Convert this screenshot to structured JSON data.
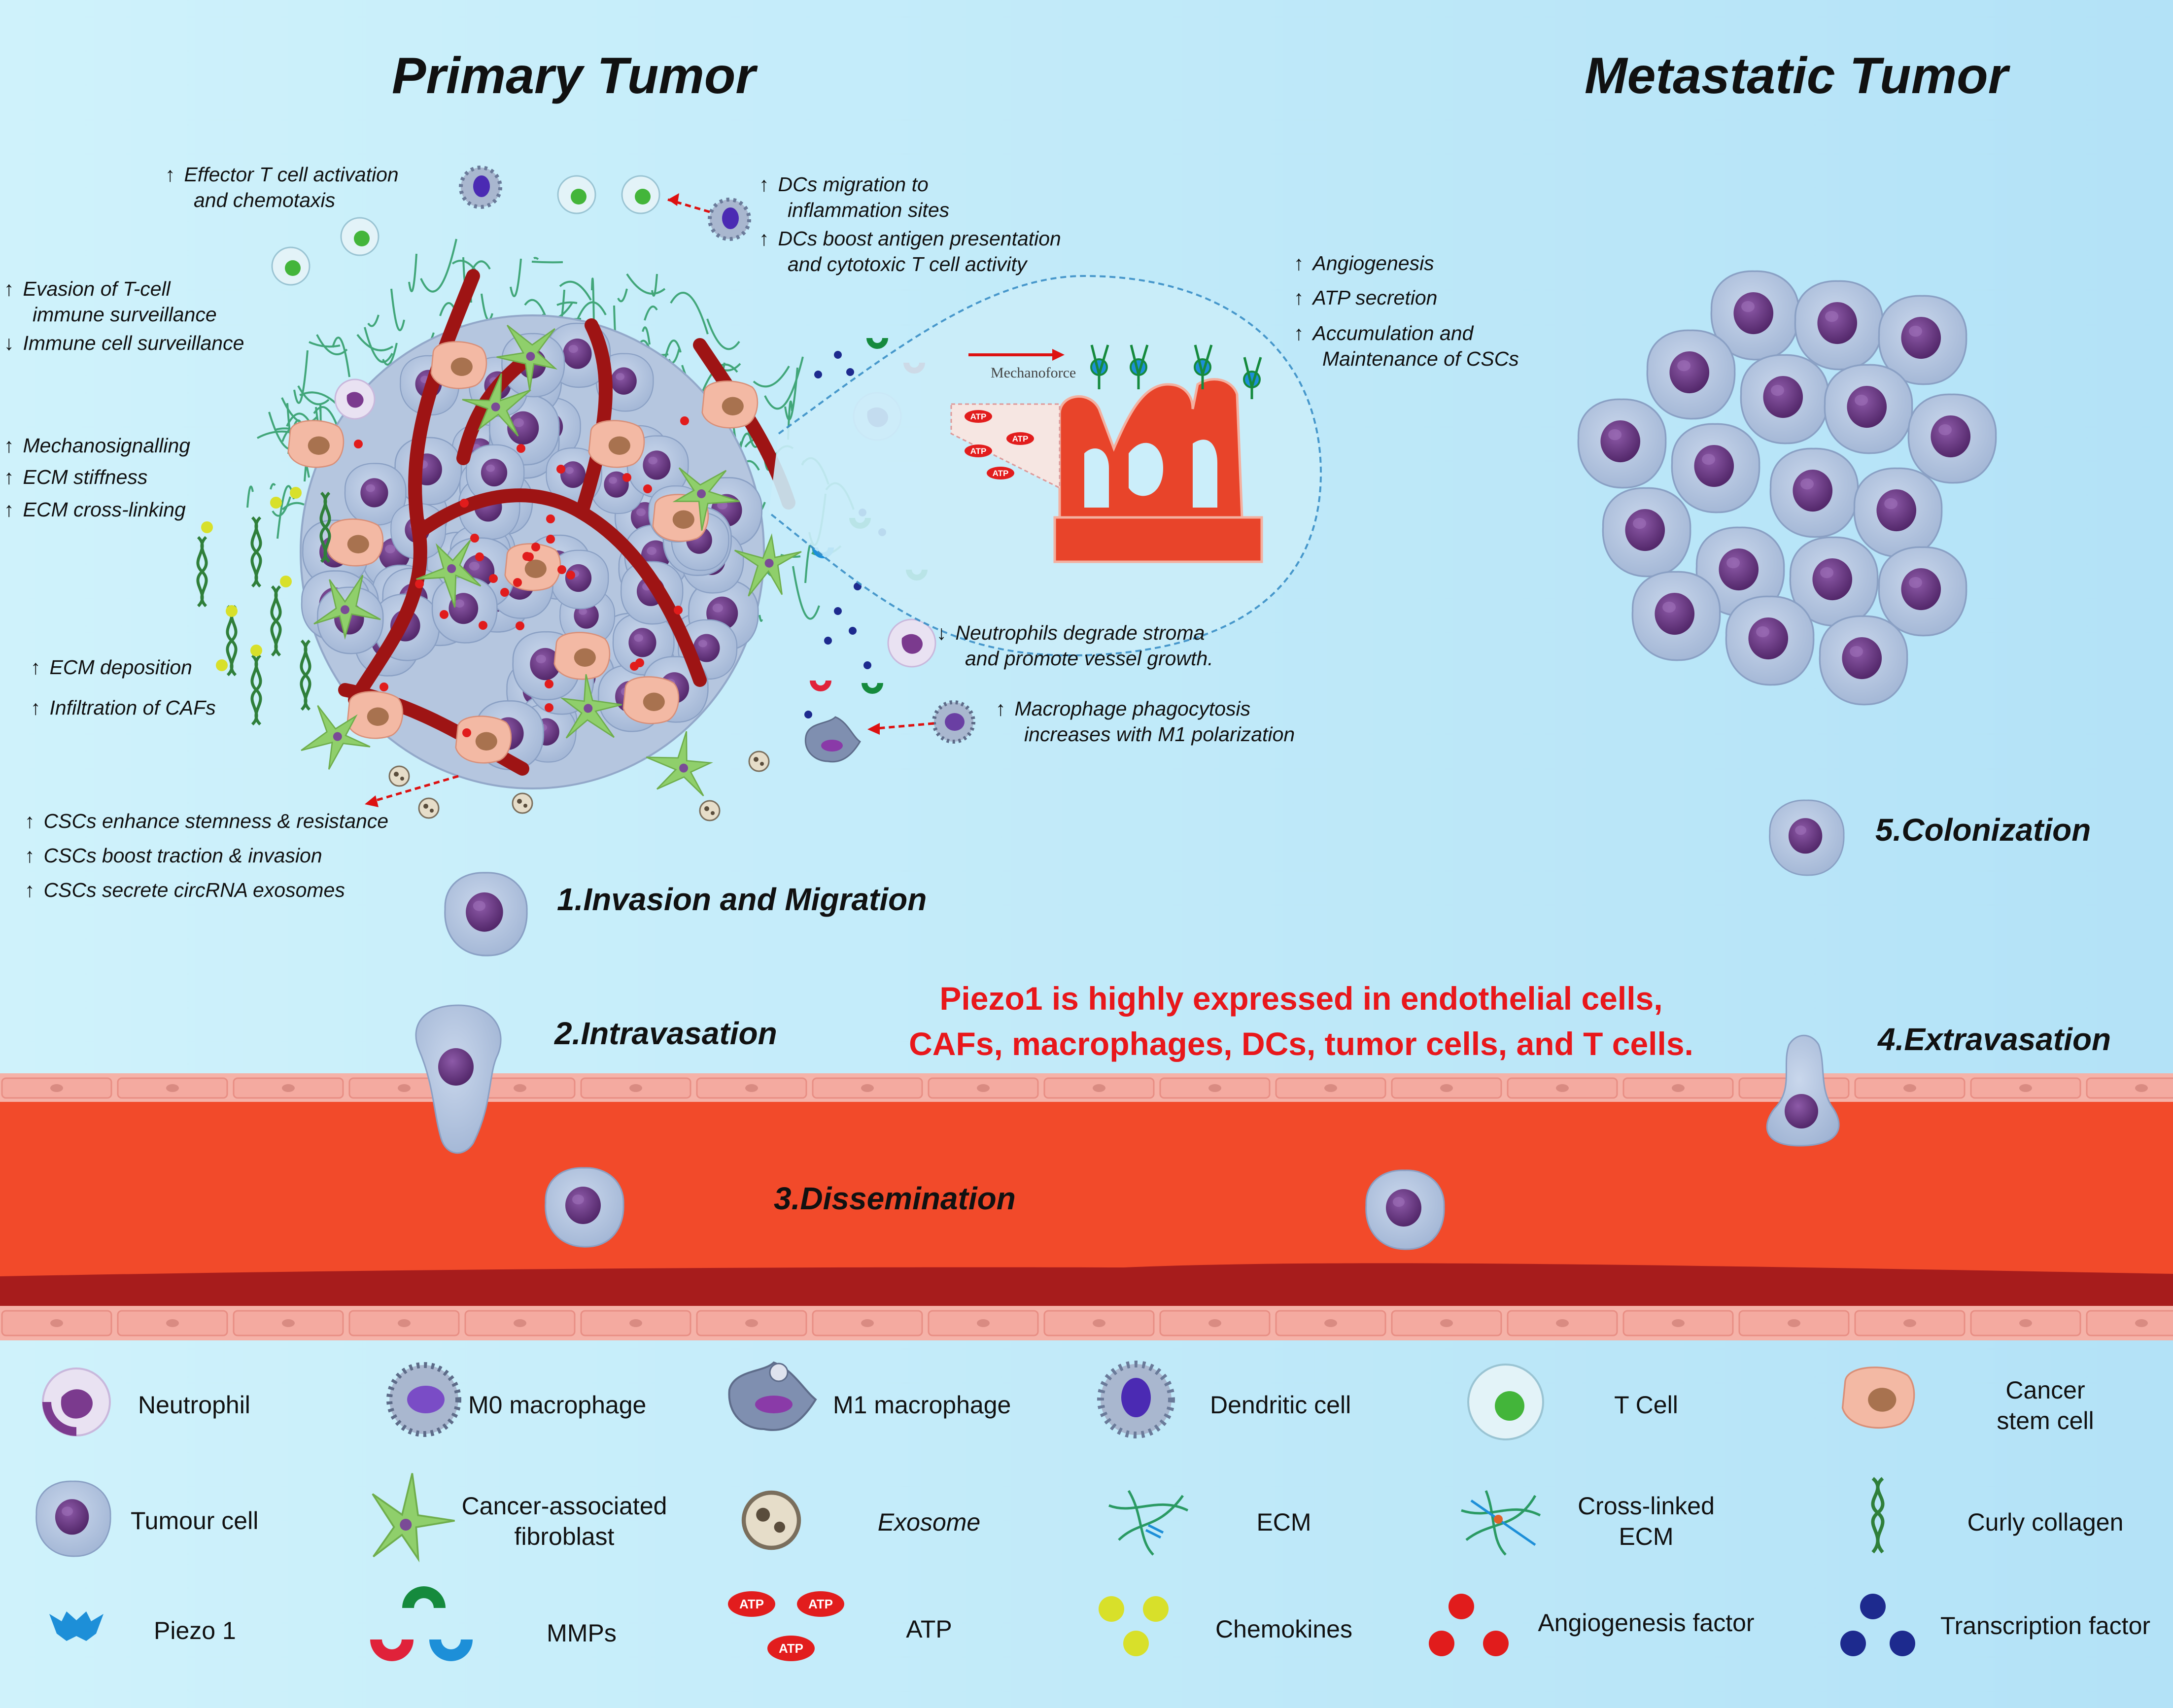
{
  "titles": {
    "primary": "Primary Tumor",
    "metastatic": "Metastatic Tumor"
  },
  "primary_notes": [
    {
      "arrow": "↑",
      "lines": [
        "Effector T cell activation",
        "and chemotaxis"
      ]
    },
    {
      "arrow": "↑",
      "lines": [
        "DCs migration to",
        "inflammation sites"
      ]
    },
    {
      "arrow": "↑",
      "lines": [
        "DCs boost antigen presentation",
        "and cytotoxic T cell activity"
      ]
    },
    {
      "arrow": "↑",
      "lines": [
        "Evasion of T-cell",
        "immune surveillance"
      ]
    },
    {
      "arrow": "↓",
      "lines": [
        "Immune cell surveillance"
      ]
    },
    {
      "arrow": "↑",
      "lines": [
        "Mechanosignalling"
      ]
    },
    {
      "arrow": "↑",
      "lines": [
        "ECM stiffness"
      ]
    },
    {
      "arrow": "↑",
      "lines": [
        "ECM cross-linking"
      ]
    },
    {
      "arrow": "↑",
      "lines": [
        "ECM deposition"
      ]
    },
    {
      "arrow": "↑",
      "lines": [
        "Infiltration of CAFs"
      ]
    },
    {
      "arrow": "↓",
      "lines": [
        "Neutrophils degrade stroma",
        "and promote vessel growth."
      ]
    },
    {
      "arrow": "↑",
      "lines": [
        "Macrophage phagocytosis",
        "increases with M1 polarization"
      ]
    },
    {
      "arrow": "↑",
      "lines": [
        "CSCs enhance stemness & resistance"
      ]
    },
    {
      "arrow": "↑",
      "lines": [
        "CSCs boost traction & invasion"
      ]
    },
    {
      "arrow": "↑",
      "lines": [
        "CSCs secrete circRNA exosomes"
      ]
    }
  ],
  "vessel_notes": [
    {
      "arrow": "↑",
      "lines": [
        "Angiogenesis"
      ]
    },
    {
      "arrow": "↑",
      "lines": [
        "ATP secretion"
      ]
    },
    {
      "arrow": "↑",
      "lines": [
        "Accumulation and",
        "Maintenance of CSCs"
      ]
    }
  ],
  "mechanoforce_label": "Mechanoforce",
  "atp_label": "ATP",
  "steps": {
    "invasion": "1.Invasion and Migration",
    "intravasation": "2.Intravasation",
    "dissemination": "3.Dissemination",
    "extravasation": "4.Extravasation",
    "colonization": "5.Colonization"
  },
  "claim": [
    "Piezo1 is highly expressed in endothelial cells,",
    "CAFs, macrophages, DCs, tumor cells, and T cells."
  ],
  "legend": [
    {
      "icon": "neutrophil-icon",
      "lines": [
        "Neutrophil"
      ]
    },
    {
      "icon": "m0-macrophage-icon",
      "lines": [
        "M0 macrophage"
      ]
    },
    {
      "icon": "m1-macrophage-icon",
      "lines": [
        "M1 macrophage"
      ]
    },
    {
      "icon": "dendritic-cell-icon",
      "lines": [
        "Dendritic cell"
      ]
    },
    {
      "icon": "t-cell-icon",
      "lines": [
        "T Cell"
      ]
    },
    {
      "icon": "cancer-stem-cell-icon",
      "lines": [
        "Cancer",
        "stem cell"
      ]
    },
    {
      "icon": "tumour-cell-icon",
      "lines": [
        "Tumour cell"
      ]
    },
    {
      "icon": "caf-icon",
      "lines": [
        "Cancer-associated",
        "fibroblast"
      ]
    },
    {
      "icon": "exosome-icon",
      "lines": [
        "Exosome"
      ],
      "italic": true
    },
    {
      "icon": "ecm-icon",
      "lines": [
        "ECM"
      ]
    },
    {
      "icon": "cross-linked-ecm-icon",
      "lines": [
        "Cross-linked",
        "ECM"
      ]
    },
    {
      "icon": "curly-collagen-icon",
      "lines": [
        "Curly collagen"
      ]
    },
    {
      "icon": "piezo1-icon",
      "lines": [
        "Piezo 1"
      ]
    },
    {
      "icon": "mmps-icon",
      "lines": [
        "MMPs"
      ]
    },
    {
      "icon": "atp-icon",
      "lines": [
        "ATP"
      ]
    },
    {
      "icon": "chemokines-icon",
      "lines": [
        "Chemokines"
      ]
    },
    {
      "icon": "angiogenesis-factor-icon",
      "lines": [
        "Angiogenesis factor"
      ]
    },
    {
      "icon": "transcription-factor-icon",
      "lines": [
        "Transcription factor"
      ]
    }
  ],
  "colors": {
    "background_left": "#cdf0fa",
    "background_right": "#b6e4f8",
    "vessel_lumen": "#f24a2a",
    "vessel_wall": "#a71c1c",
    "endothelium": "#f2a9a0",
    "tumour_cell": "#b7c8e0",
    "nucleus": "#6b3b85",
    "cancer_stem_cell": "#f3b9a4",
    "caf": "#8fcf6b",
    "ecm": "#2a9a63",
    "collagen": "#2f7f3a",
    "chemokine": "#d8e02a",
    "angiogenesis_factor": "#e11c1c",
    "transcription_factor": "#1d2a8e",
    "piezo": "#1d8fd8",
    "claim_text": "#e8171b"
  }
}
